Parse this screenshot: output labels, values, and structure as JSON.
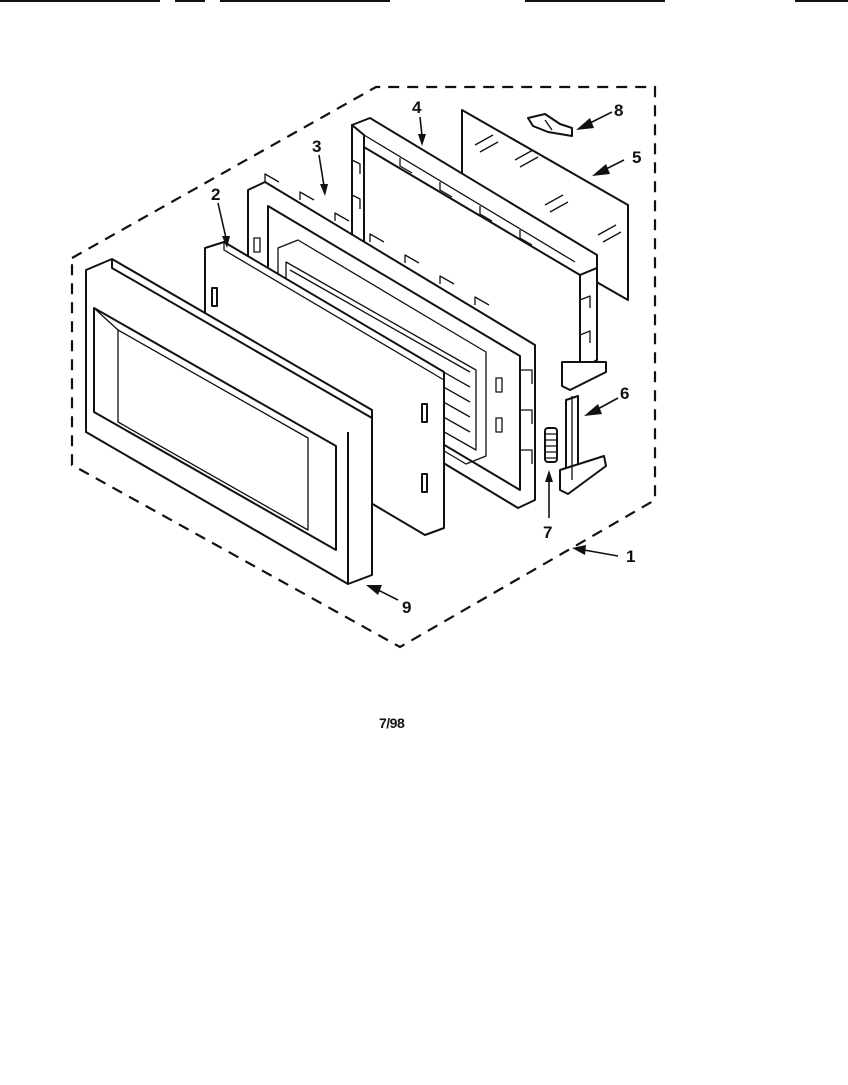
{
  "diagram": {
    "callouts": [
      {
        "id": "1",
        "text": "1"
      },
      {
        "id": "2",
        "text": "2"
      },
      {
        "id": "3",
        "text": "3"
      },
      {
        "id": "4",
        "text": "4"
      },
      {
        "id": "5",
        "text": "5"
      },
      {
        "id": "6",
        "text": "6"
      },
      {
        "id": "7",
        "text": "7"
      },
      {
        "id": "8",
        "text": "8"
      },
      {
        "id": "9",
        "text": "9"
      }
    ],
    "date_stamp": "7/98"
  }
}
